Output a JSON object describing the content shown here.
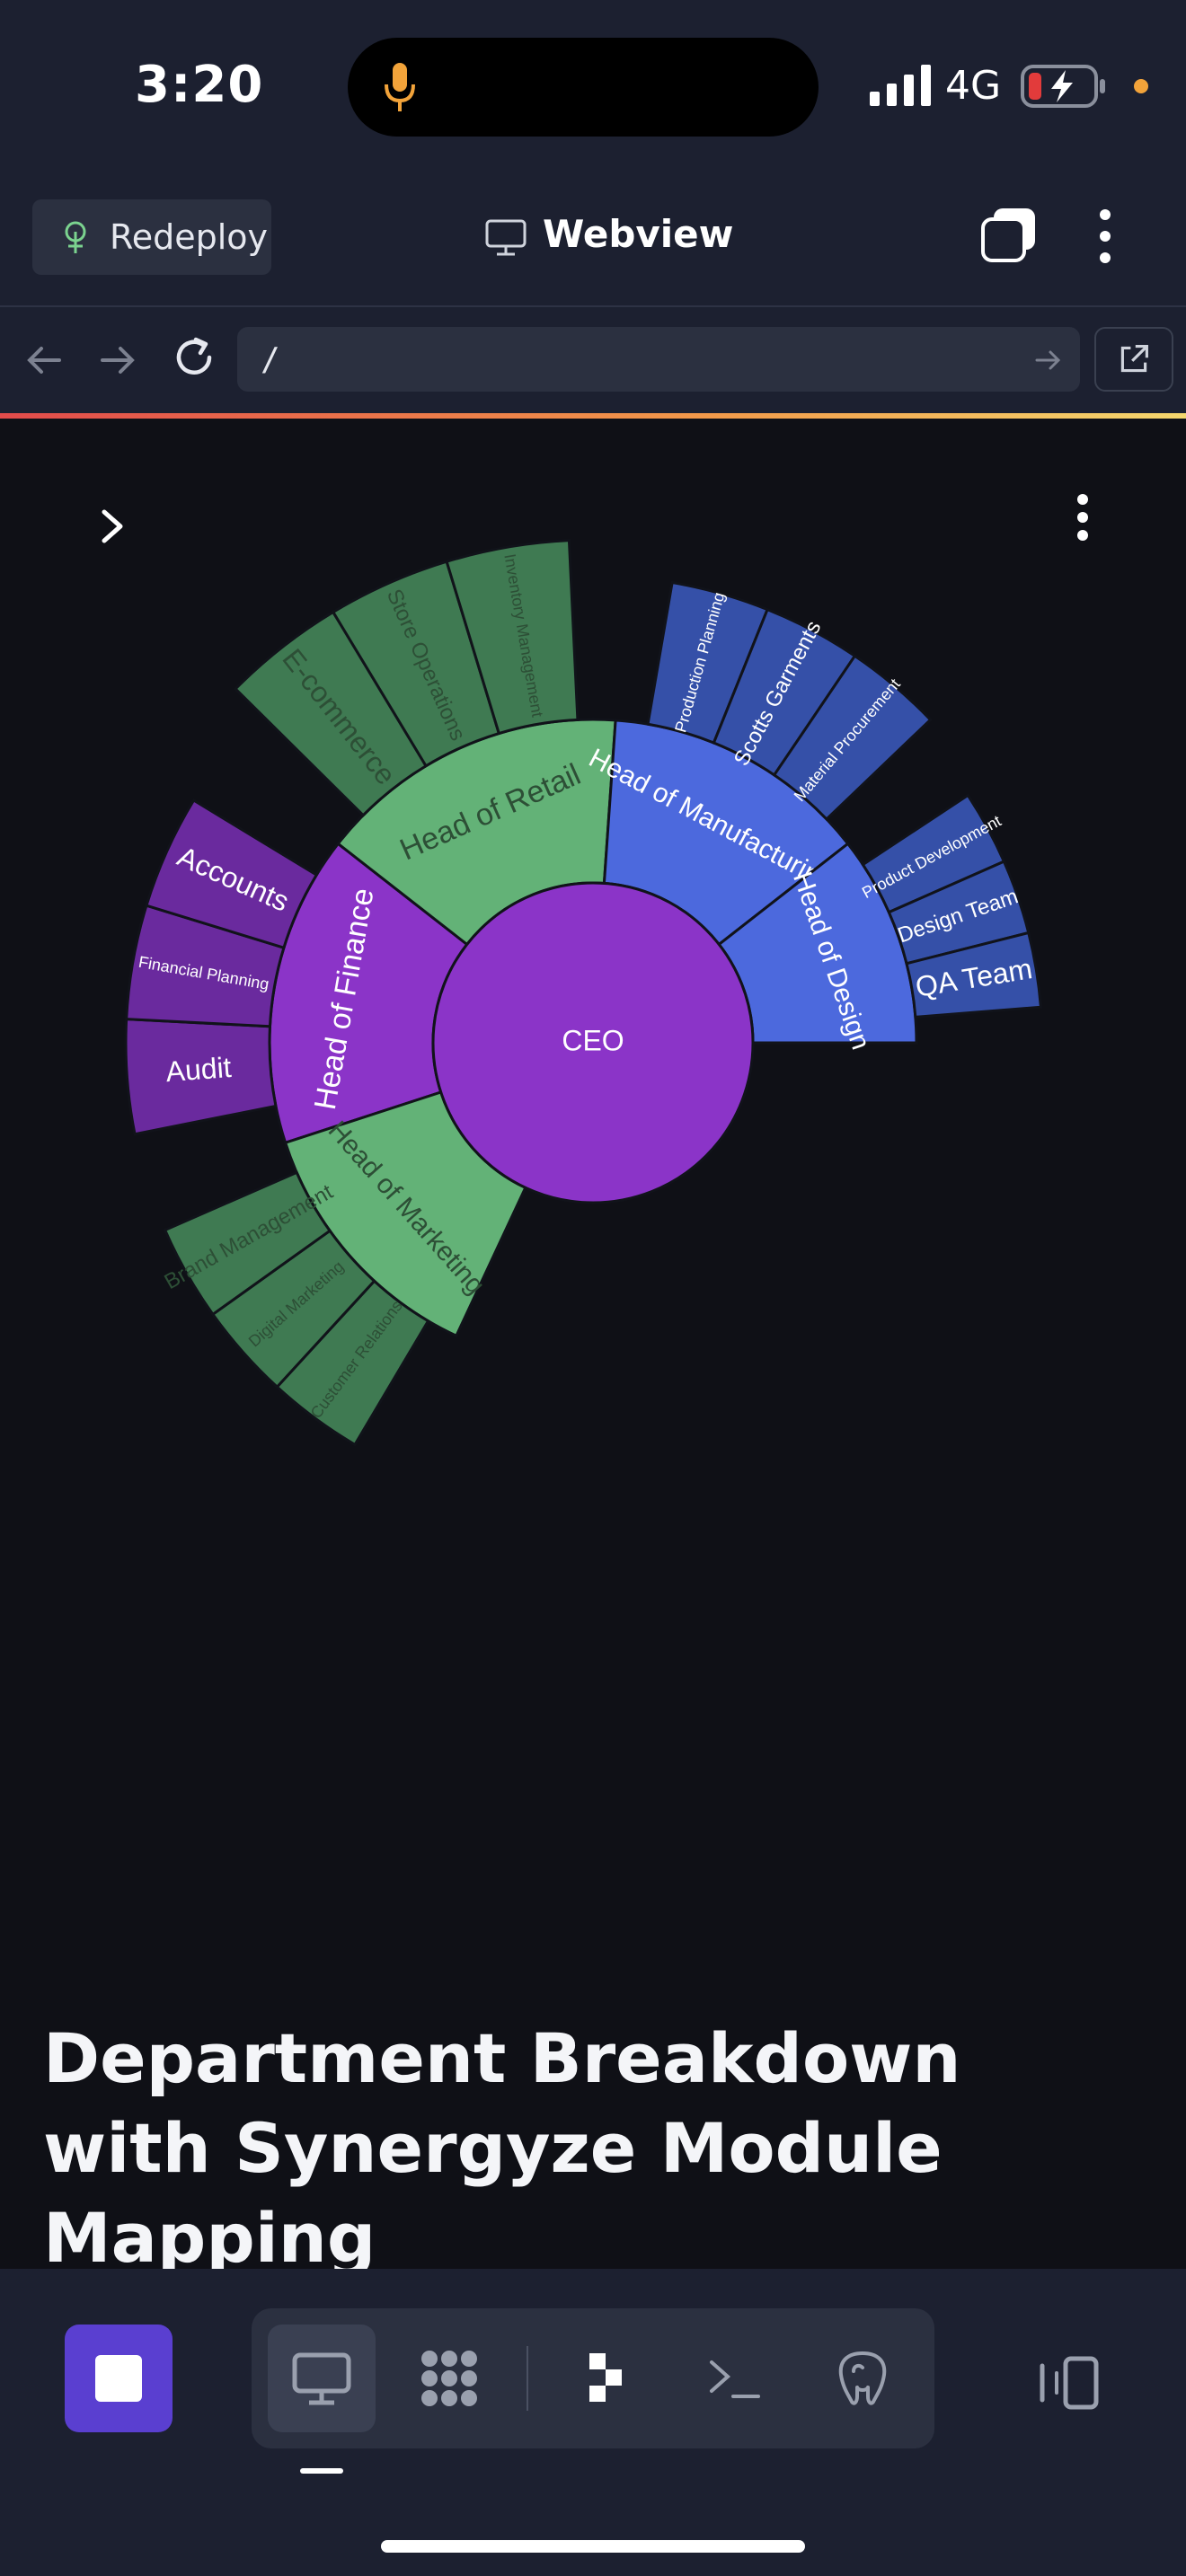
{
  "status_bar": {
    "time": "3:20",
    "network": "4G"
  },
  "toolbar": {
    "redeploy_label": "Redeploy",
    "webview_label": "Webview"
  },
  "url_bar": {
    "value": "/"
  },
  "page": {
    "heading": "Department Breakdown with Synergyze Module Mapping"
  },
  "colors": {
    "accent": "#5a3fd0",
    "ceo": "#8b34c8",
    "finance": "#8b34c8",
    "retail": "#63b277",
    "manufacturing": "#4c69dd",
    "design": "#4c69dd",
    "marketing": "#63b277"
  },
  "chart_data": {
    "type": "sunburst",
    "root": "CEO",
    "children": [
      {
        "name": "Head of Finance",
        "color": "purple",
        "children": [
          "Audit",
          "Financial Planning",
          "Accounts"
        ]
      },
      {
        "name": "Head of Retail",
        "color": "green",
        "children": [
          "E-commerce",
          "Store Operations",
          "Inventory Management"
        ]
      },
      {
        "name": "Head of Manufacturing",
        "color": "blue",
        "children": [
          "Production Planning",
          "Scotts Garments",
          "Material Procurement"
        ]
      },
      {
        "name": "Head of Design",
        "color": "blue",
        "children": [
          "Product Development",
          "Design Team",
          "QA Team"
        ]
      },
      {
        "name": "Head of Marketing",
        "color": "green",
        "children": [
          "Customer Relations",
          "Digital Marketing",
          "Brand Management"
        ]
      }
    ]
  },
  "bottom_bar": {
    "tools": [
      "webview-icon",
      "packages-icon",
      "flow-icon",
      "terminal-icon",
      "database-icon"
    ]
  }
}
